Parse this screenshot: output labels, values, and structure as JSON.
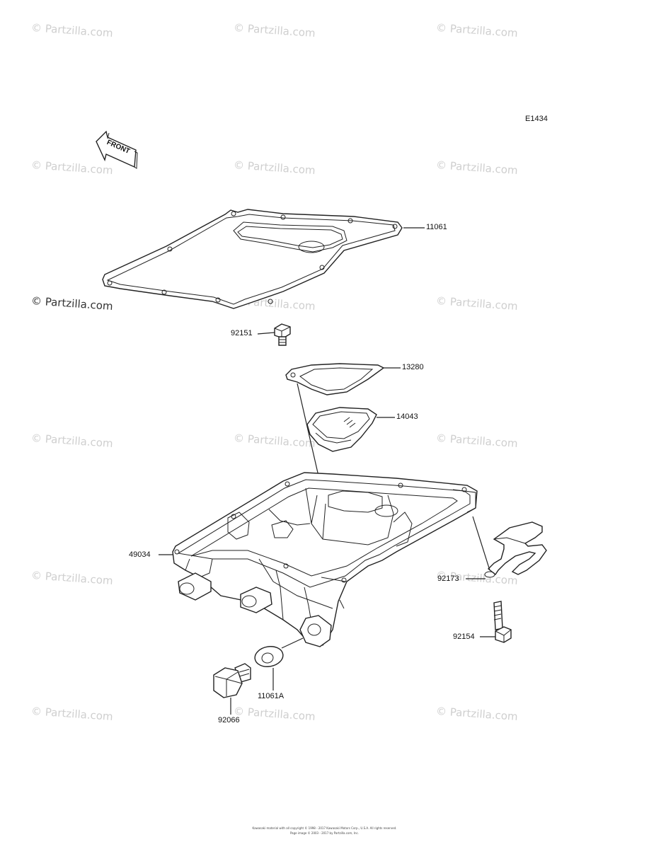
{
  "watermark": "© Partzilla.com",
  "diagram_code": "E1434",
  "front_marker": "FRONT",
  "part_labels": {
    "p11061": "11061",
    "p92151": "92151",
    "p13280": "13280",
    "p14043": "14043",
    "p49034": "49034",
    "p92173": "92173",
    "p92154": "92154",
    "p11061a": "11061A",
    "p92066": "92066"
  },
  "footer": {
    "line1": "Kawasaki material with all copyright © 1998 - 2017 Kawasaki Motors Corp., U.S.A. All rights reserved.",
    "line2": "Page image © 2003 - 2017 by Partzilla.com, Inc."
  }
}
